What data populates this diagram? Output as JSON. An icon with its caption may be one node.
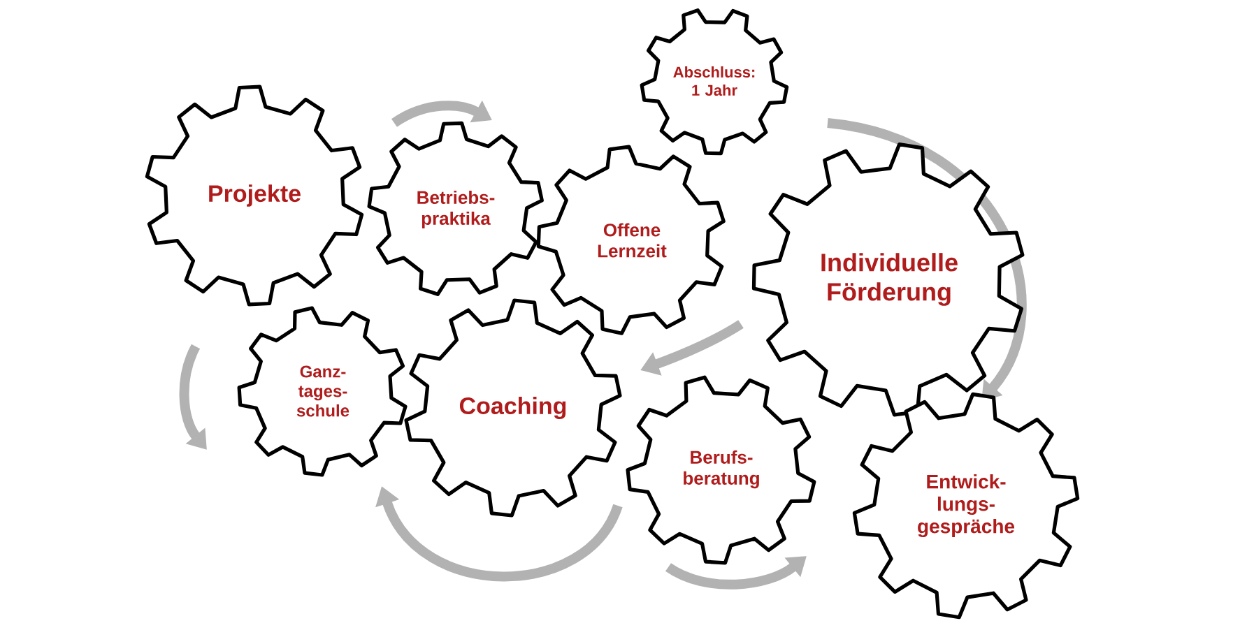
{
  "diagram": {
    "nodes": [
      {
        "text": [
          "Projekte"
        ]
      },
      {
        "text": [
          "Betriebs- praktika"
        ]
      },
      {
        "text": [
          "Abschluss: 1 Jahr"
        ]
      },
      {
        "text": [
          "Offene Lernzeit"
        ]
      },
      {
        "text": [
          "Individuelle Förderung"
        ]
      },
      {
        "text": [
          "Ganz- tages- schule"
        ]
      },
      {
        "text": [
          "Coaching"
        ]
      },
      {
        "text": [
          "Berufs- beratung"
        ]
      },
      {
        "text": [
          "Entwick- lungs- gespräche"
        ]
      }
    ]
  }
}
